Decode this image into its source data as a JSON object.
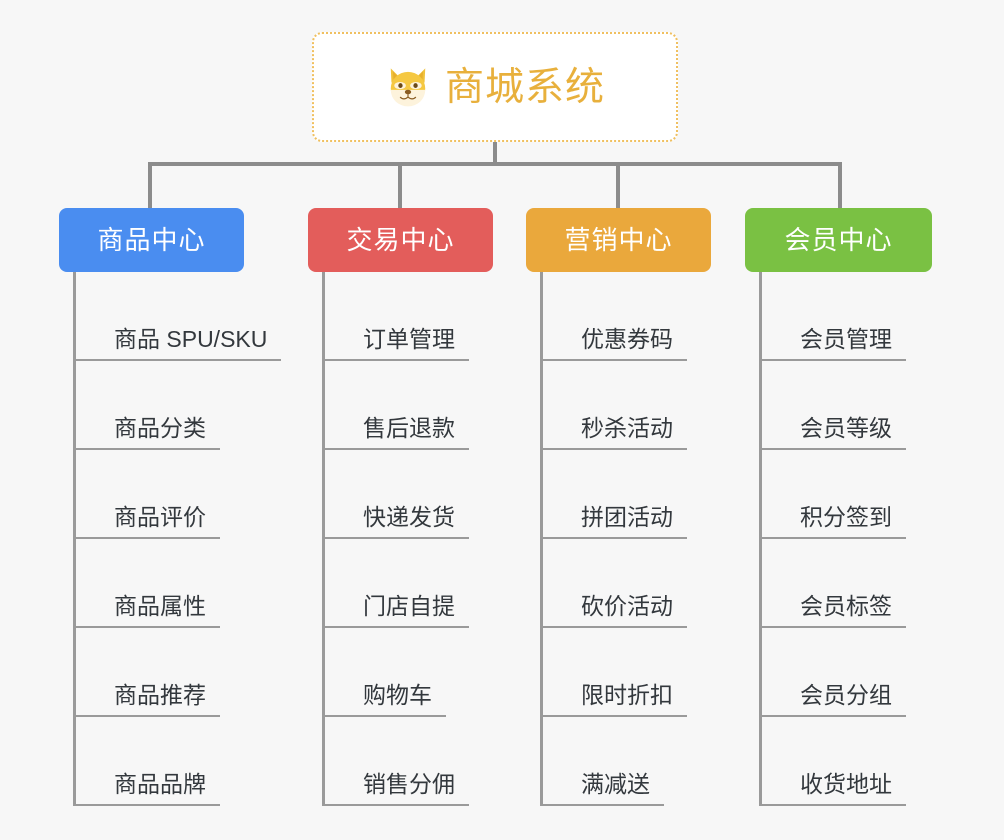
{
  "page": {
    "background_color": "#f7f7f7",
    "line_color": "#8c8c8c",
    "leaf_line_color": "#9a9a9a",
    "leaf_text_color": "#33383d"
  },
  "root": {
    "title": "商城系统",
    "icon": "shiba-dog-face-emoji",
    "text_color": "#e8b03c",
    "border_color": "#f0c060",
    "background_color": "#ffffff"
  },
  "columns": [
    {
      "header": "商品中心",
      "color": "#4a8df0",
      "items": [
        "商品 SPU/SKU",
        "商品分类",
        "商品评价",
        "商品属性",
        "商品推荐",
        "商品品牌"
      ]
    },
    {
      "header": "交易中心",
      "color": "#e35d5b",
      "items": [
        "订单管理",
        "售后退款",
        "快递发货",
        "门店自提",
        "购物车",
        "销售分佣"
      ]
    },
    {
      "header": "营销中心",
      "color": "#eaa83c",
      "items": [
        "优惠券码",
        "秒杀活动",
        "拼团活动",
        "砍价活动",
        "限时折扣",
        "满减送"
      ]
    },
    {
      "header": "会员中心",
      "color": "#7ac143",
      "items": [
        "会员管理",
        "会员等级",
        "积分签到",
        "会员标签",
        "会员分组",
        "收货地址"
      ]
    }
  ]
}
